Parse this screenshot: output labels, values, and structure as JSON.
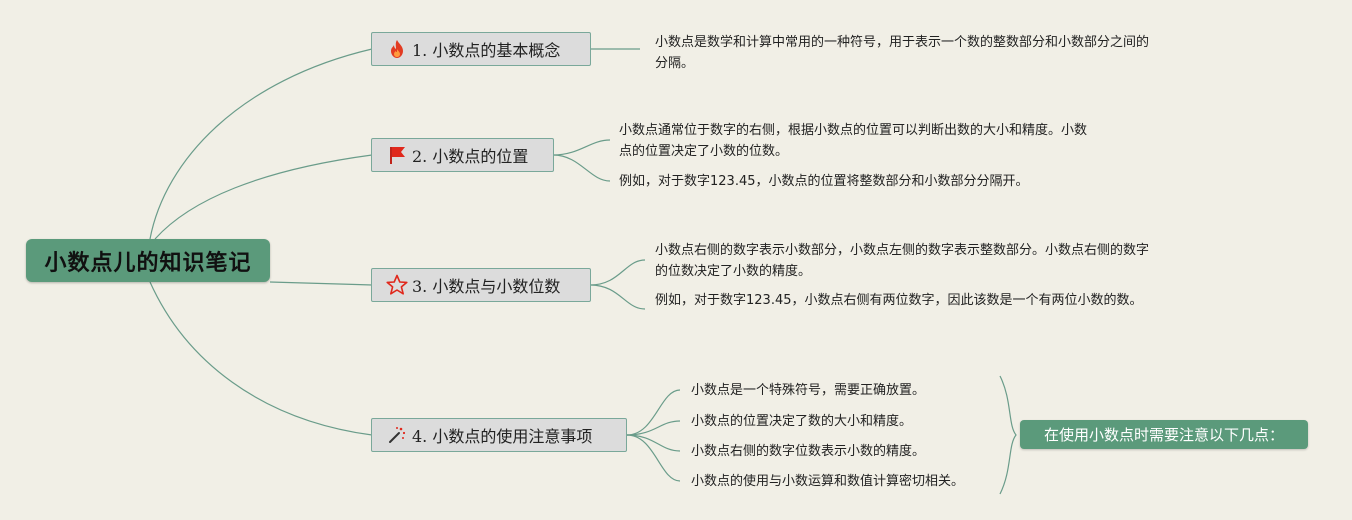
{
  "root": {
    "title": "小数点儿的知识笔记"
  },
  "topics": [
    {
      "label": "1. 小数点的基本概念",
      "icon": "fire-icon",
      "leaves": [
        "小数点是数学和计算中常用的一种符号，用于表示一个数的整数部分和小数部分之间的分隔。"
      ]
    },
    {
      "label": "2. 小数点的位置",
      "icon": "flag-icon",
      "leaves": [
        "小数点通常位于数字的右侧，根据小数点的位置可以判断出数的大小和精度。小数点的位置决定了小数的位数。",
        "例如，对于数字123.45，小数点的位置将整数部分和小数部分分隔开。"
      ]
    },
    {
      "label": "3. 小数点与小数位数",
      "icon": "star-icon",
      "leaves": [
        "小数点右侧的数字表示小数部分，小数点左侧的数字表示整数部分。小数点右侧的数字的位数决定了小数的精度。",
        "例如，对于数字123.45，小数点右侧有两位数字，因此该数是一个有两位小数的数。"
      ]
    },
    {
      "label": "4. 小数点的使用注意事项",
      "icon": "magic-wand-icon",
      "leaves": [
        "小数点是一个特殊符号，需要正确放置。",
        "小数点的位置决定了数的大小和精度。",
        "小数点右侧的数字位数表示小数的精度。",
        "小数点的使用与小数运算和数值计算密切相关。"
      ]
    }
  ],
  "summary": {
    "label": "在使用小数点时需要注意以下几点："
  },
  "colors": {
    "root_bg": "#5b9a7b",
    "line": "#6a9c8a",
    "topic_bg": "#dcdcdc",
    "background": "#f1efe6"
  }
}
